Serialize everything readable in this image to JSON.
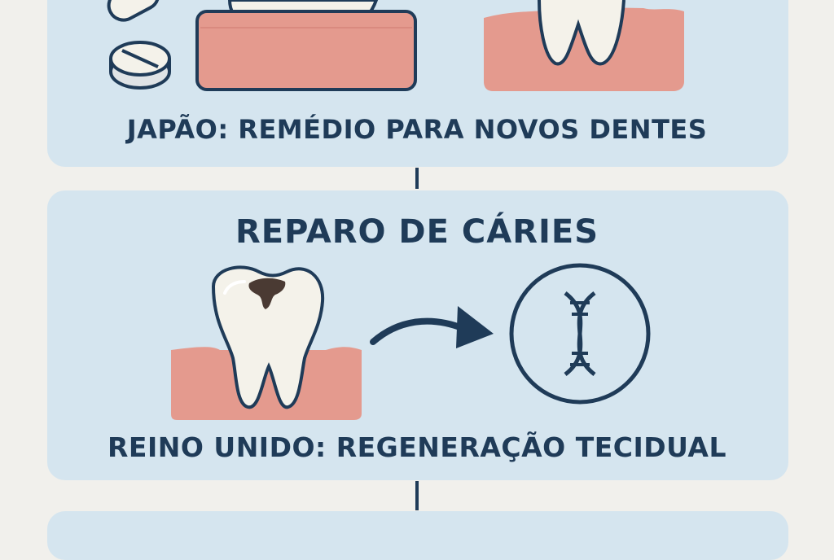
{
  "sections": {
    "japan": {
      "caption": "JAPÃO: REMÉDIO PARA NOVOS DENTES"
    },
    "caries": {
      "title": "REPARO DE CÁRIES",
      "caption": "REINO UNIDO: REGENERAÇÃO TECIDUAL"
    }
  },
  "icons": {
    "pill": "pill-icon",
    "tablet": "tablet-icon",
    "gum_block": "gum-icon",
    "tooth": "tooth-icon",
    "decayed_tooth": "decayed-tooth-icon",
    "arrow": "arrow-right-icon",
    "dna": "dna-icon"
  },
  "colors": {
    "background": "#f1f0ec",
    "panel": "#d5e5ef",
    "ink": "#1f3b58",
    "gum": "#e49a8e",
    "tooth": "#f4f2ea",
    "decay": "#4a3a33"
  }
}
